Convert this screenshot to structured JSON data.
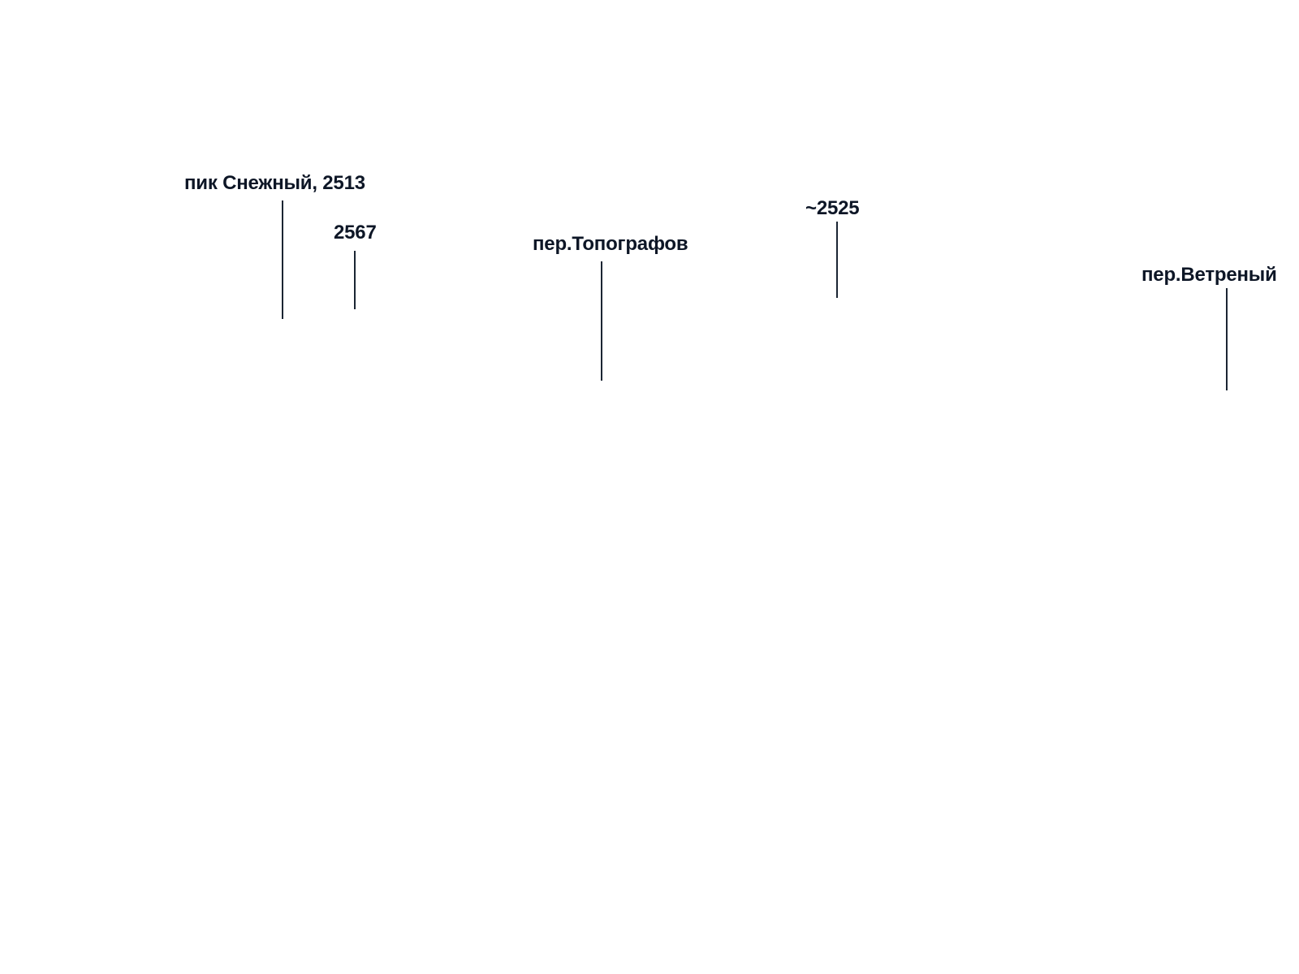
{
  "labels": {
    "peak_snezhny": "пик Снежный, 2513",
    "height_2567": "2567",
    "pass_topografov": "пер.Топографов",
    "height_2525": "~2525",
    "pass_vetreny": "пер.Ветреный"
  },
  "colors": {
    "text": "#0d1626",
    "leader": "#1b2533",
    "background": "#ffffff"
  }
}
